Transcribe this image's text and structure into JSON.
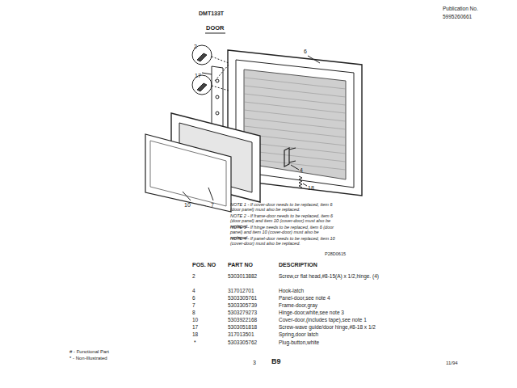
{
  "diagram": {
    "title": "DOOR",
    "labels": [
      "DMT133T",
      "Publication No.",
      "5995260661",
      "2",
      "17",
      "6",
      "4",
      "18",
      "10",
      "7",
      "NOTE 1 - If cover-door needs to be replaced, item 6 (door panel) must also be replaced.",
      "NOTE 2 - If frame-door needs to be replaced, item 6 (door panel) and item 10 (cover-door) must also be replaced.",
      "NOTE 3 - If hinge needs to be replaced, item 6 (door panel) and item 10 (cover-door) must also be replaced.",
      "NOTE 4 - If panel-door needs to be replaced, item 10 (cover-door) must also be replaced.",
      "P28D0615",
      "POS. NO",
      "PART NO",
      "DESCRIPTION",
      "2",
      "5303013882",
      "Screw,cr flat head,#8-15(A) x 1/2,hinge. (4)",
      "4",
      "317012701",
      "Hook-latch",
      "6",
      "5303305761",
      "Panel-door,see note 4",
      "7",
      "5303305739",
      "Frame-door,gray",
      "8",
      "5303279273",
      "Hinge-door,white,see note 3",
      "10",
      "5303922168",
      "Cover-door,(includes tape),see note 1",
      "17",
      "5303051818",
      "Screw-wave guide/door hinge,#8-18 x 1/2",
      "18",
      "317013501",
      "Spring,door latch",
      "*",
      "5303305762",
      "Plug-button,white",
      "# - Functional Part",
      "* - Non-Illustrated",
      "3",
      "B9",
      "11/94"
    ]
  }
}
